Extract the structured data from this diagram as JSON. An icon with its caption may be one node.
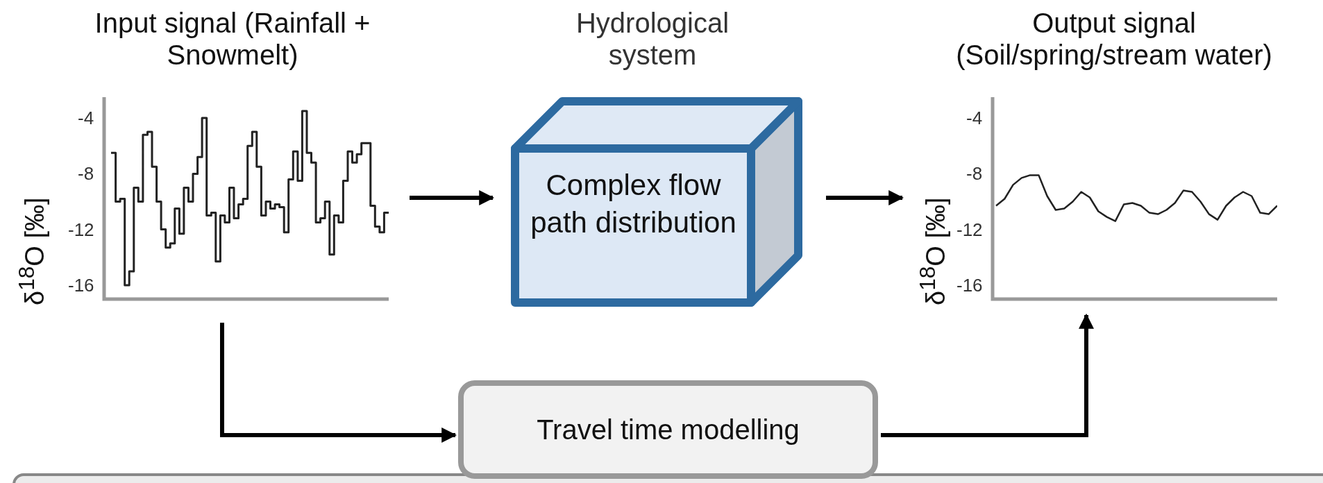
{
  "diagram": {
    "nodes": [
      {
        "text": [
          "Input signal (Rainfall + Snowmelt)"
        ]
      },
      {
        "text": [
          "Hydrological system",
          "Complex flow path distribution"
        ]
      },
      {
        "text": [
          "Output signal (Soil/spring/stream water)"
        ]
      },
      {
        "text": [
          "Travel time modelling"
        ]
      }
    ],
    "edges": [
      {
        "from": 0,
        "to": 1,
        "arrow": "to"
      },
      {
        "from": 1,
        "to": 2,
        "arrow": "to"
      },
      {
        "from": 0,
        "to": 3,
        "arrow": "to"
      },
      {
        "from": 3,
        "to": 2,
        "arrow": "to"
      }
    ],
    "labels": [
      "δ$^{18}$O [‰]",
      "-4",
      "-8",
      "-12",
      "-16",
      "δ$^{18}$O [‰]",
      "-4",
      "-8",
      "-12",
      "-16"
    ]
  }
}
